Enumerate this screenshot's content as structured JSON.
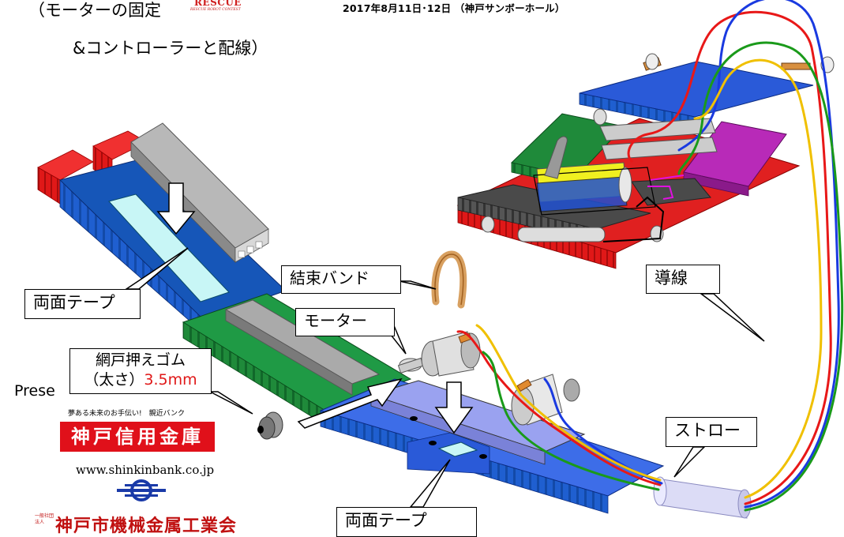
{
  "header": {
    "title_line1": "（モーターの固定",
    "title_line2": "&コントローラーと配線）",
    "logo_title": "RESCUE",
    "logo_subtitle": "RESCUE ROBOT CONTEST",
    "date_venue": "2017年8月11日･12日 （神戸サンボーホール）"
  },
  "callouts": {
    "double_tape_left": "両面テープ",
    "cable_tie": "結束バンド",
    "motor": "モーター",
    "rubber_line1": "網戸押えゴム",
    "rubber_line2_prefix": "（太さ）",
    "rubber_line2_value": "3.5mm",
    "wire": "導線",
    "straw": "ストロー",
    "double_tape_bottom": "両面テープ"
  },
  "sponsor": {
    "presented_prefix": "Prese",
    "tagline": "夢ある未来のお手伝い!　親近バンク",
    "bank_name": "神戸信用金庫",
    "url": "www.shinkinbank.co.jp",
    "association_prefix": "一般社団法人",
    "association_name": "神戸市機械金属工業会"
  },
  "colors": {
    "blue_board": "#1f5fd0",
    "dark_blue_board": "#1a4aa8",
    "green_board": "#1f8a3a",
    "red_part": "#e01818",
    "grey_bar": "#a8a8a8",
    "magenta_board": "#b020b0",
    "yellow_battery": "#f0f020",
    "highlight_red": "#e01818",
    "wire_red": "#e81818",
    "wire_blue": "#1a3ae0",
    "wire_green": "#1a9a1a",
    "wire_yellow": "#f0c000"
  },
  "icons": [
    "down-arrow-icon",
    "right-arrow-icon",
    "emblem-icon"
  ]
}
